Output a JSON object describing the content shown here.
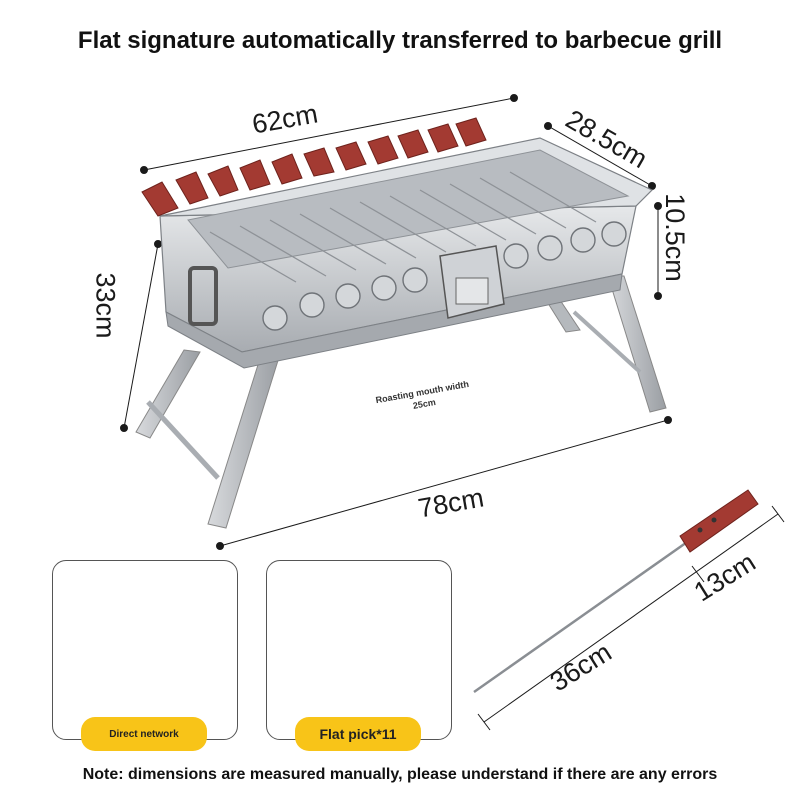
{
  "title": "Flat signature automatically transferred to barbecue grill",
  "dimensions": {
    "top_width": "62cm",
    "top_depth": "28.5cm",
    "box_height": "10.5cm",
    "leg_height": "33cm",
    "total_length": "78cm",
    "skewer_handle": "13cm",
    "skewer_length": "36cm"
  },
  "roasting_mouth": {
    "line1": "Roasting mouth width",
    "line2": "25cm"
  },
  "accessories": [
    {
      "label": "Direct network"
    },
    {
      "label": "Flat pick*11"
    }
  ],
  "note": "Note: dimensions are measured manually, please understand if there are any errors",
  "colors": {
    "steel": "#c9ccd0",
    "steel_dark": "#8e9297",
    "handle": "#a33a32",
    "label_pill": "#f8c418",
    "line": "#1a1a1a"
  }
}
